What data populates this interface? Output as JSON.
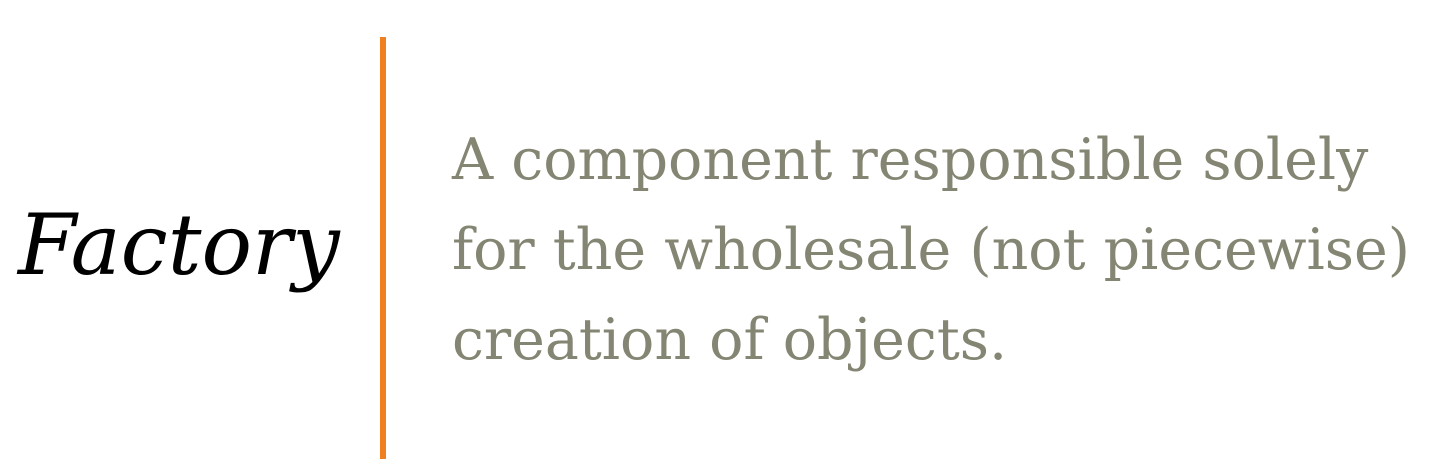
{
  "term": "Factory",
  "definition_lines": [
    "A component responsible solely",
    "for the wholesale (not piecewise)",
    "creation of objects."
  ],
  "colors": {
    "divider": "#f07f22",
    "definition_text": "#858573",
    "term_text": "#000000"
  }
}
